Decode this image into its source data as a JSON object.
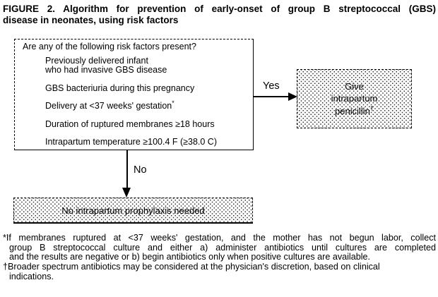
{
  "colors": {
    "ink": "#000000",
    "paper": "#ffffff",
    "halftone_dot": "#2e2e2e"
  },
  "title": {
    "line1": "FIGURE 2. Algorithm for prevention of early-onset of group B streptococcal (GBS)",
    "line2": "disease in neonates, using risk factors"
  },
  "flowchart": {
    "question_box": {
      "heading": "Are any of the following risk factors present?",
      "risk_factors": [
        {
          "line1": "Previously delivered infant",
          "line2": "who had invasive GBS disease"
        },
        {
          "line1": "GBS bacteriuria during this pregnancy"
        },
        {
          "line1": "Delivery at <37 weeks' gestation",
          "marker": "*"
        },
        {
          "line1": "Duration of ruptured membranes ≥18 hours"
        },
        {
          "line1": "Intrapartum temperature ≥100.4 F (≥38.0 C)"
        }
      ]
    },
    "yes_branch": {
      "label": "Yes",
      "box": {
        "line1": "Give",
        "line2": "intrapartum",
        "line3": "penicillin",
        "marker": "†"
      }
    },
    "no_branch": {
      "label": "No",
      "box": {
        "text": "No intrapartum prophylaxis needed"
      }
    }
  },
  "footnotes": [
    {
      "marker": "*",
      "lines": [
        "If membranes ruptured at <37 weeks' gestation, and the mother has not begun labor, collect",
        "group B streptococcal culture and either a) administer antibiotics until cultures are completed",
        "and the results are negative or b) begin antibiotics only when positive cultures are available."
      ]
    },
    {
      "marker": "†",
      "lines": [
        "Broader spectrum antibiotics may be considered at the physician's discretion, based on clinical",
        "indications."
      ]
    }
  ]
}
